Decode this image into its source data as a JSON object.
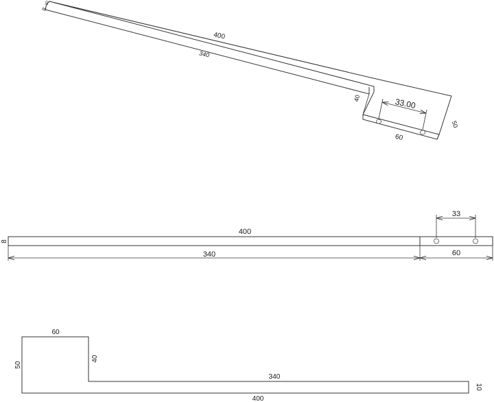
{
  "diagram": {
    "iso_view": {
      "dim_length_top": "400",
      "dim_length_bottom": "340",
      "dim_thickness": "8",
      "dim_height_small": "10",
      "dim_step_height": "40",
      "dim_hole_spacing": "33.00",
      "dim_tab_width": "60",
      "dim_tab_height": "50"
    },
    "top_view": {
      "dim_total_length": "400",
      "dim_thickness": "8",
      "dim_hole_spacing": "33",
      "dim_long_section": "340",
      "dim_tab_width": "60"
    },
    "front_view": {
      "dim_tab_width": "60",
      "dim_tab_height": "50",
      "dim_step_height": "40",
      "dim_long_section": "340",
      "dim_end_height": "10",
      "dim_total_length": "400"
    },
    "colors": {
      "line": "#333333",
      "text": "#1a1a1a",
      "background": "#ffffff"
    }
  }
}
